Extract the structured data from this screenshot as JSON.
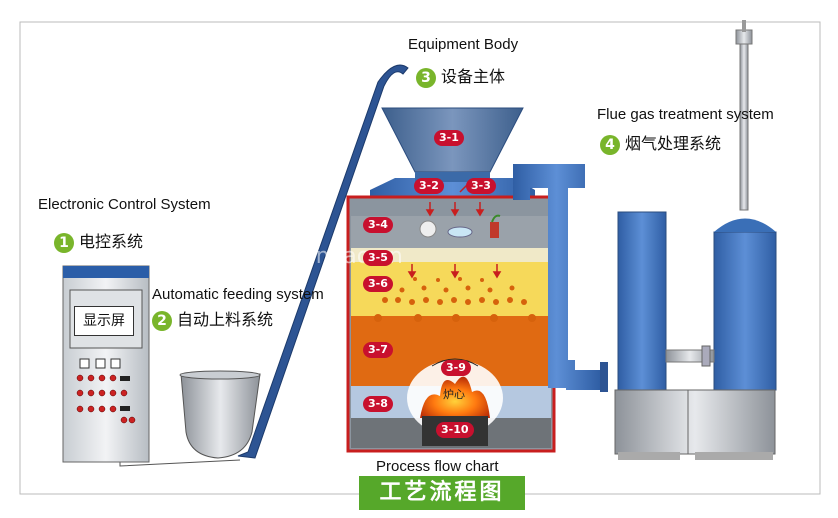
{
  "labels": {
    "equipment_body_en": "Equipment Body",
    "equipment_body_zh": "设备主体",
    "equipment_body_num": "3",
    "flue_gas_en": "Flue gas treatment system",
    "flue_gas_zh": "烟气处理系统",
    "flue_gas_num": "4",
    "control_en": "Electronic Control System",
    "control_zh": "电控系统",
    "control_num": "1",
    "feeding_en": "Automatic feeding system",
    "feeding_zh": "自动上料系统",
    "feeding_num": "2",
    "screen": "显示屏",
    "process_en": "Process flow chart",
    "process_zh": "工艺流程图",
    "hearth": "炉心",
    "watermark": "jiamiao.cn"
  },
  "badges": {
    "b31": "3-1",
    "b32": "3-2",
    "b33": "3-3",
    "b34": "3-4",
    "b35": "3-5",
    "b36": "3-6",
    "b37": "3-7",
    "b38": "3-8",
    "b39": "3-9",
    "b310": "3-10"
  },
  "colors": {
    "accent_green": "#79b52b",
    "badge_red": "#c8102e",
    "equipment_blue": "#3a6fb7",
    "furnace_orange": "#e06a12",
    "furnace_yellow": "#f6d95a",
    "furnace_gray": "#9aa2aa"
  }
}
